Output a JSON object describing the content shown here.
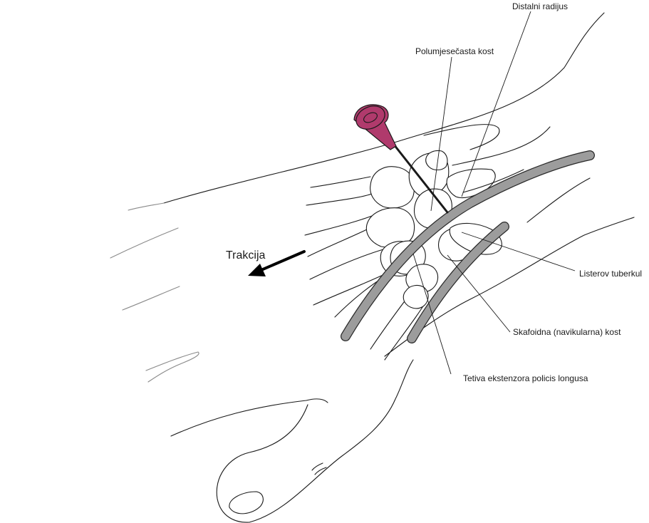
{
  "labels": {
    "distal_radius": "Distalni radijus",
    "lunate": "Polumjesečasta kost",
    "lister_tubercle": "Listerov tuberkul",
    "scaphoid": "Skafoidna (navikularna) kost",
    "epl_tendon": "Tetiva ekstenzora policis longusa",
    "traction": "Trakcija"
  },
  "colors": {
    "needle_hub": "#b03a6c",
    "tendon_fill": "#9c9c9c",
    "outline": "#1a1a1a"
  }
}
